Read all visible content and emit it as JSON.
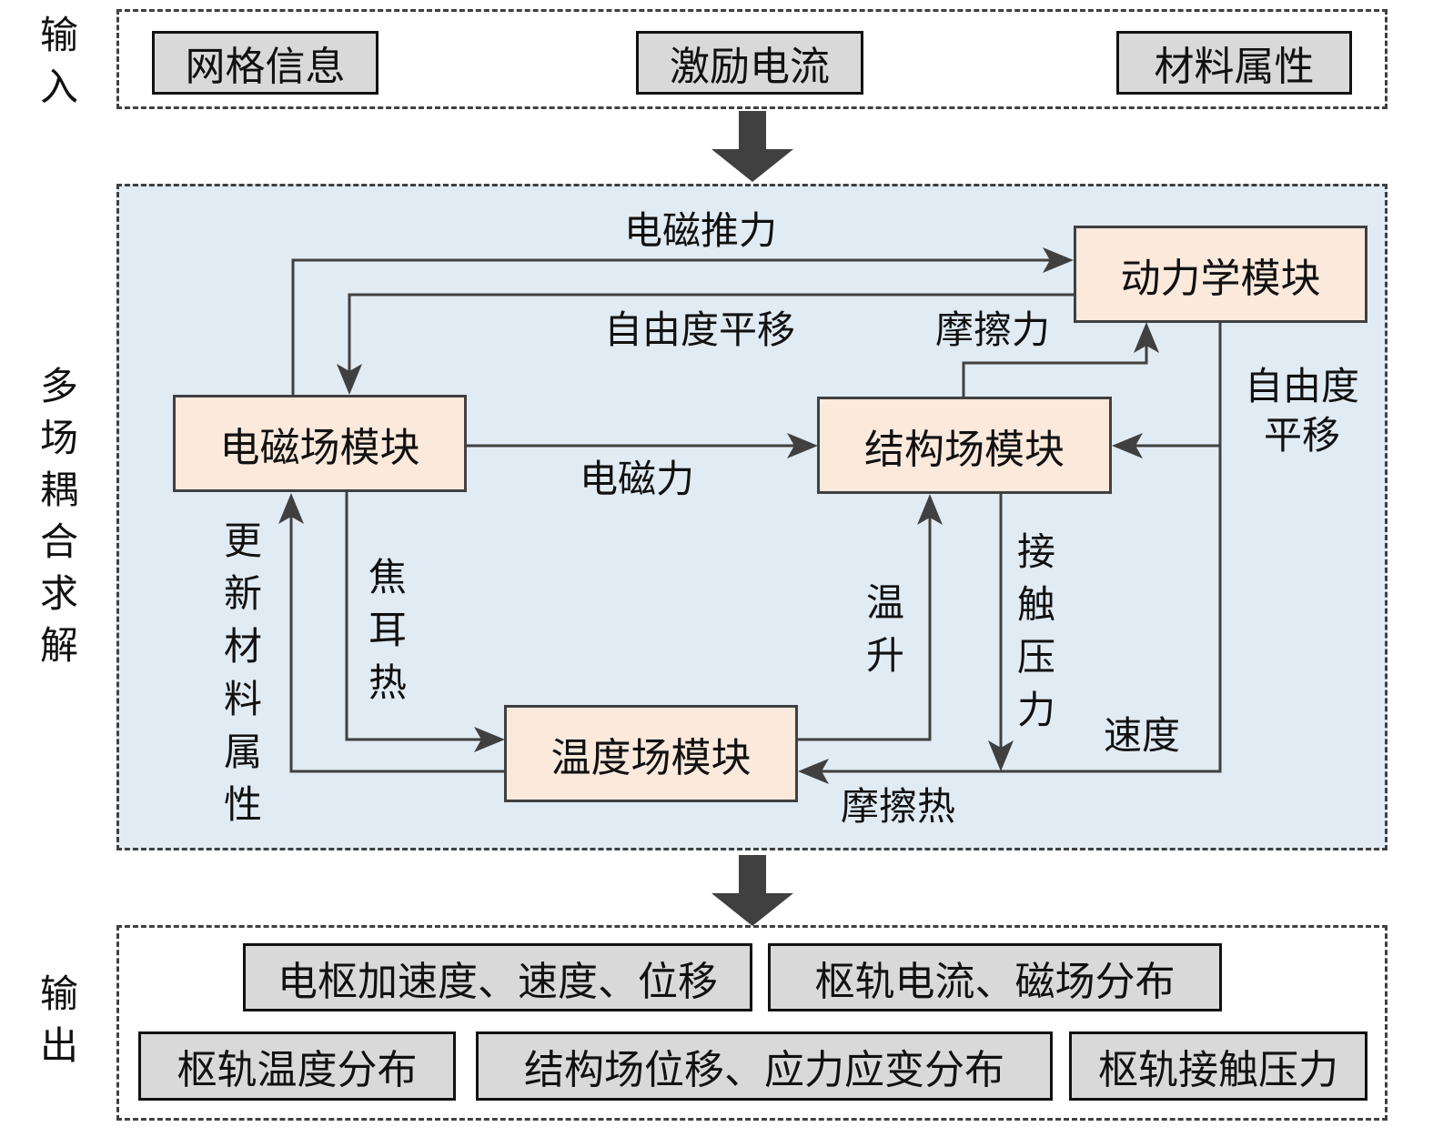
{
  "sections": {
    "input_label": "输入",
    "solve_label": "多场耦合求解",
    "output_label": "输出"
  },
  "inputs": [
    "网格信息",
    "激励电流",
    "材料属性"
  ],
  "modules": {
    "em": "电磁场模块",
    "dyn": "动力学模块",
    "struct": "结构场模块",
    "temp": "温度场模块"
  },
  "edges": {
    "em_thrust": "电磁推力",
    "dof_translate_top": "自由度平移",
    "friction_force": "摩擦力",
    "em_force": "电磁力",
    "dof_translate_right": "自由度平移",
    "update_material": "更新材料属性",
    "joule_heat": "焦耳热",
    "temp_rise": "温升",
    "contact_pressure": "接触压力",
    "velocity": "速度",
    "friction_heat": "摩擦热"
  },
  "outputs": {
    "row1": [
      "电枢加速度、速度、位移",
      "枢轨电流、磁场分布"
    ],
    "row2": [
      "枢轨温度分布",
      "结构场位移、应力应变分布",
      "枢轨接触压力"
    ]
  },
  "colors": {
    "panel_bg": "#e1ebf4",
    "module_bg": "#fbe9dc",
    "input_box_bg": "#d9d9d9",
    "line": "#404040"
  }
}
